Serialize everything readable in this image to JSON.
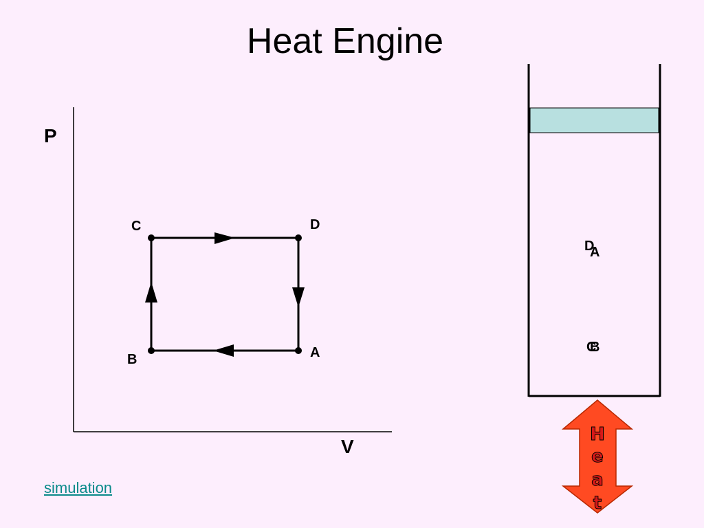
{
  "title": "Heat Engine",
  "axes": {
    "y_label": "P",
    "x_label": "V"
  },
  "cycle_points": {
    "a": "A",
    "b": "B",
    "c": "C",
    "d": "D"
  },
  "cylinder": {
    "labels": {
      "d": "D",
      "a": "A",
      "c": "C",
      "b": "B"
    },
    "piston_color": "#b8e0e0"
  },
  "heat_arrow": {
    "letters": [
      "H",
      "e",
      "a",
      "t"
    ],
    "color": "#ff4a22"
  },
  "link": {
    "simulation": "simulation"
  }
}
